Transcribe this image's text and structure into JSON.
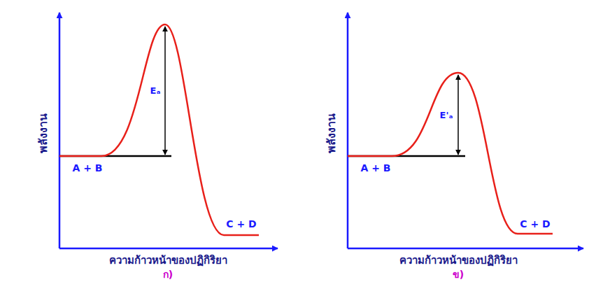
{
  "diagram": {
    "labels": [
      "พลังงาน",
      "Eₐ",
      "A + B",
      "C + D",
      "ความก้าวหน้าของปฏิกิริยา",
      "ก)",
      "พลังงาน",
      "E'ₐ",
      "A + B",
      "C + D",
      "ความก้าวหน้าของปฏิกิริยา",
      "ข)"
    ]
  }
}
